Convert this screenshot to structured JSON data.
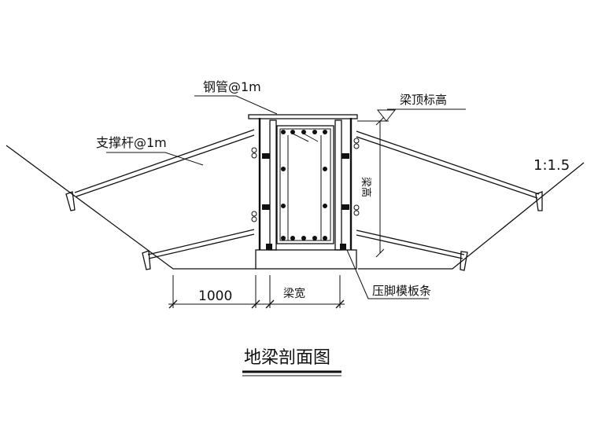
{
  "labels": {
    "steel_pipe": "钢管@1m",
    "support_rod": "支撑杆@1m",
    "beam_top_elevation": "梁顶标高",
    "slope": "1:1.5",
    "beam_height": "梁高",
    "base_width": "1000",
    "beam_width": "梁宽",
    "foot_strip": "压脚模板条"
  },
  "title": "地梁剖面图"
}
